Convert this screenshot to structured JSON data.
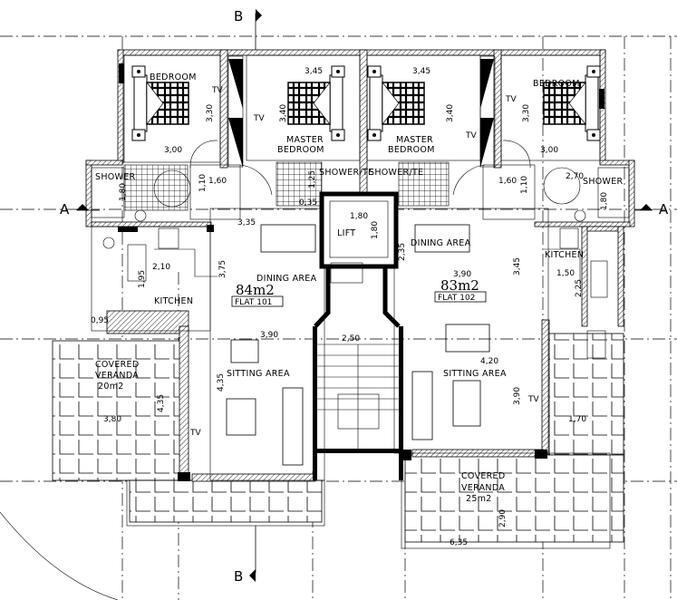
{
  "section_marks": {
    "top": "B",
    "bottom": "B",
    "left": "A",
    "right": "A"
  },
  "flat_101": {
    "area": "84m2",
    "name": "FLAT 101",
    "rooms": {
      "bedroom": "BEDROOM",
      "master_bedroom": [
        "MASTER",
        "BEDROOM"
      ],
      "shower": "SHOWER",
      "shower_toilet": "SHOWER/TE",
      "dining": "DINING   AREA",
      "kitchen": "KITCHEN",
      "sitting": "SITTING  AREA",
      "veranda": [
        "COVERED",
        "VERANDA",
        "20m2"
      ]
    },
    "tv": [
      "TV",
      "TV",
      "TV"
    ],
    "dims": [
      "3,00",
      "3,30",
      "3,45",
      "3,40",
      "1,60",
      "1,10",
      "1,80",
      "3,35",
      "3,75",
      "2,10",
      "1,95",
      "0,95",
      "3,90",
      "4,35",
      "4,35",
      "3,80",
      "1,25",
      "0,35"
    ]
  },
  "flat_102": {
    "area": "83m2",
    "name": "FLAT 102",
    "rooms": {
      "bedroom": "BEDROOM",
      "master_bedroom": [
        "MASTER",
        "BEDROOM"
      ],
      "shower": "SHOWER",
      "shower_toilet": "SHOWER/TE",
      "dining": "DINING  AREA",
      "kitchen": "KITCHEN",
      "sitting": "SITTING  AREA",
      "veranda": [
        "COVERED",
        "VERANDA",
        "25m2"
      ]
    },
    "tv": [
      "TV",
      "TV",
      "TV"
    ],
    "dims": [
      "3,00",
      "3,30",
      "3,45",
      "3,40",
      "1,60",
      "1,10",
      "2,70",
      "1,80",
      "2,35",
      "3,90",
      "3,45",
      "1,50",
      "2,25",
      "4,20",
      "3,90",
      "1,70",
      "2,90",
      "6,35"
    ]
  },
  "core": {
    "lift": "LIFT",
    "lift_dims": [
      "1,80",
      "1,80"
    ],
    "stair_dim": "2,50"
  }
}
